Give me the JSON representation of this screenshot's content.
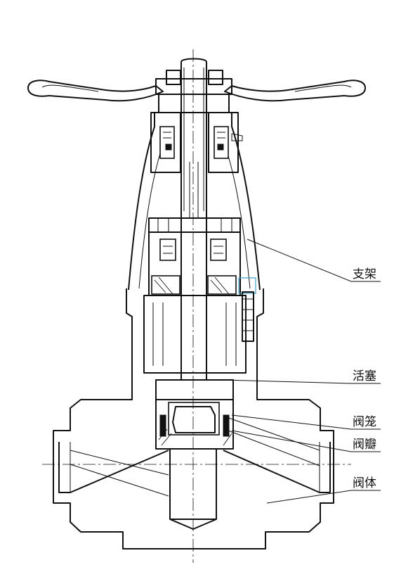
{
  "callouts": [
    {
      "key": "yoke",
      "text": "支架"
    },
    {
      "key": "piston",
      "text": "活塞"
    },
    {
      "key": "cage",
      "text": "阀笼"
    },
    {
      "key": "disc",
      "text": "阀瓣"
    },
    {
      "key": "body",
      "text": "阀体"
    }
  ],
  "colors": {
    "line": "#111111",
    "background": "#ffffff",
    "highlight": "#3aa0c8"
  }
}
